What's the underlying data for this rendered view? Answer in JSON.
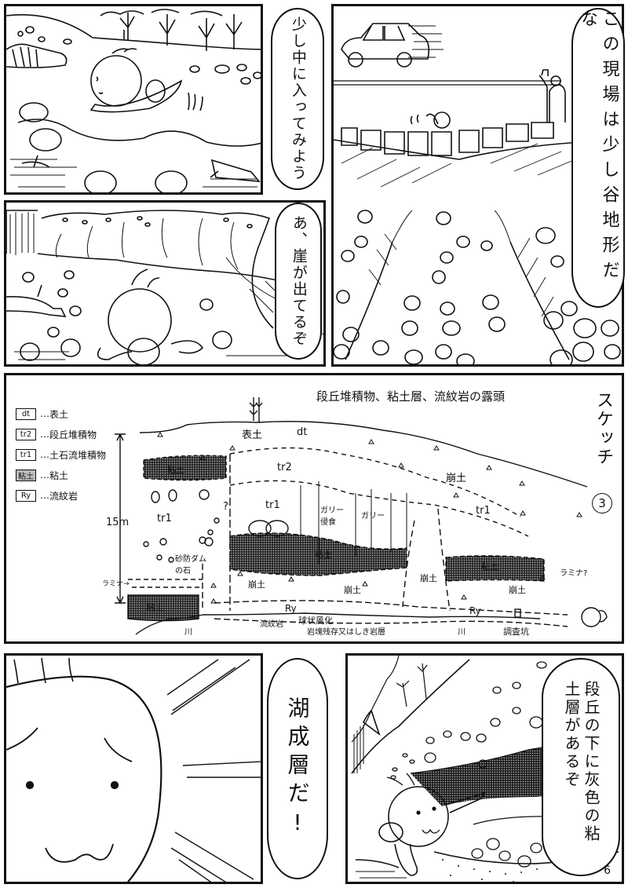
{
  "page": {
    "number": "6",
    "colors": {
      "ink": "#111111",
      "paper": "#ffffff",
      "screentone": "#bdbdbd"
    }
  },
  "panels": [
    {
      "id": "panel-1",
      "scene": "character-walking-into-river-terrace",
      "speech": "少し中に入ってみよう"
    },
    {
      "id": "panel-2",
      "scene": "car-on-road-character-on-retaining-wall",
      "speech": "この現場は少し谷地形だな"
    },
    {
      "id": "panel-3",
      "scene": "character-looking-at-cliff-outcrop",
      "speech": "あ、崖が出てるぞ"
    },
    {
      "id": "panel-4",
      "scene": "valley-with-boulders"
    },
    {
      "id": "panel-6",
      "scene": "close-up-character-face-surprised",
      "speech": "湖成層だ!"
    },
    {
      "id": "panel-7",
      "scene": "character-pointing-at-grey-clay-layer",
      "speech": "段丘の下に灰色の粘土層があるぞ"
    }
  ],
  "sketch": {
    "title": "段丘堆積物、粘土層、流紋岩の露頭",
    "side_title": "スケッチ",
    "number": "3",
    "height_scale": "15m",
    "legend": [
      {
        "code": "dt",
        "label": "表土",
        "shaded": false
      },
      {
        "code": "tr2",
        "label": "段丘堆積物",
        "shaded": false
      },
      {
        "code": "tr1",
        "label": "土石流堆積物",
        "shaded": false
      },
      {
        "code": "粘土",
        "label": "粘土",
        "shaded": true
      },
      {
        "code": "Ry",
        "label": "流紋岩",
        "shaded": false
      }
    ],
    "labels": {
      "surface_soil": "表土",
      "dt": "dt",
      "tr2": "tr2",
      "tr1_left": "tr1",
      "tr1_center": "tr1",
      "tr1_right": "tr1",
      "clay_upper_left": "粘土",
      "clay_lower_left": "粘土",
      "clay_center": "粘土",
      "clay_right": "粘土",
      "colluvium_top": "崩土",
      "colluvium_1": "崩土",
      "colluvium_2": "崩土",
      "colluvium_3": "崩土",
      "colluvium_4": "崩土",
      "ry_1": "Ry",
      "ry_2": "Ry",
      "gully_erosion": "ガリー侵食",
      "gully": "ガリー",
      "sabo_dam_stone": "砂防ダムの石",
      "lamina_left": "ラミナ→",
      "lamina_right": "ラミナ?",
      "question": "?",
      "rhyolite": "流紋岩",
      "spheroidal_weathering": "球状風化",
      "corestone": "岩塊残存又はしき岩層",
      "river_1": "川",
      "river_2": "川",
      "survey_pit": "調査坑"
    }
  }
}
